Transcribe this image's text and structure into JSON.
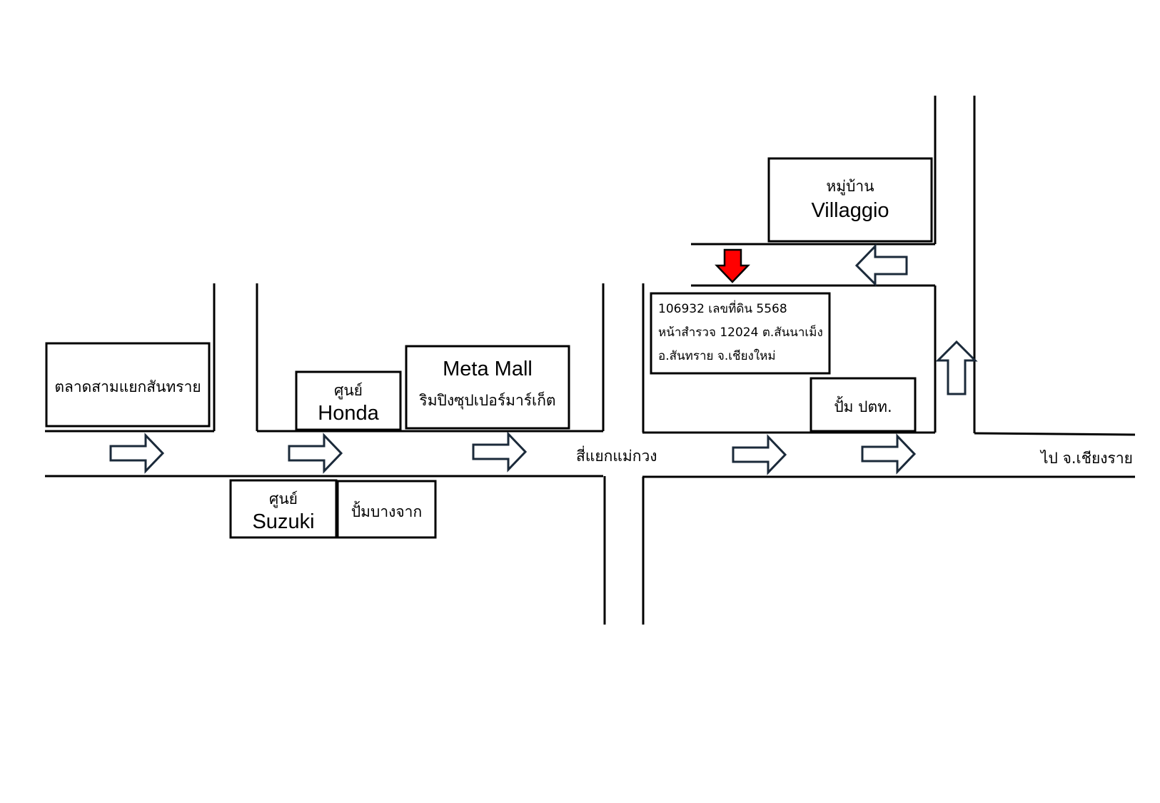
{
  "places": {
    "market": "ตลาดสามแยกสันทราย",
    "honda_line1": "ศูนย์",
    "honda_line2": "Honda",
    "meta_line1": "Meta Mall",
    "meta_line2": "ริมปิงซุปเปอร์มาร์เก็ต",
    "suzuki_line1": "ศูนย์",
    "suzuki_line2": "Suzuki",
    "bangchak": "ปั้มบางจาก",
    "village_line1": "หมู่บ้าน",
    "village_line2": "Villaggio",
    "ptt": "ปั้ม ปตท."
  },
  "address": {
    "line1": "106932 เลขที่ดิน 5568",
    "line2": "หน้าสำรวจ 12024 ต.สันนาเม็ง",
    "line3": "อ.สันทราย จ.เชียงใหม่"
  },
  "roads": {
    "intersection": "สี่แยกแม่กวง",
    "to_chiangrai": "ไป จ.เชียงราย"
  },
  "colors": {
    "marker": "#ff0000",
    "arrow_stroke": "#1b2a3a"
  }
}
